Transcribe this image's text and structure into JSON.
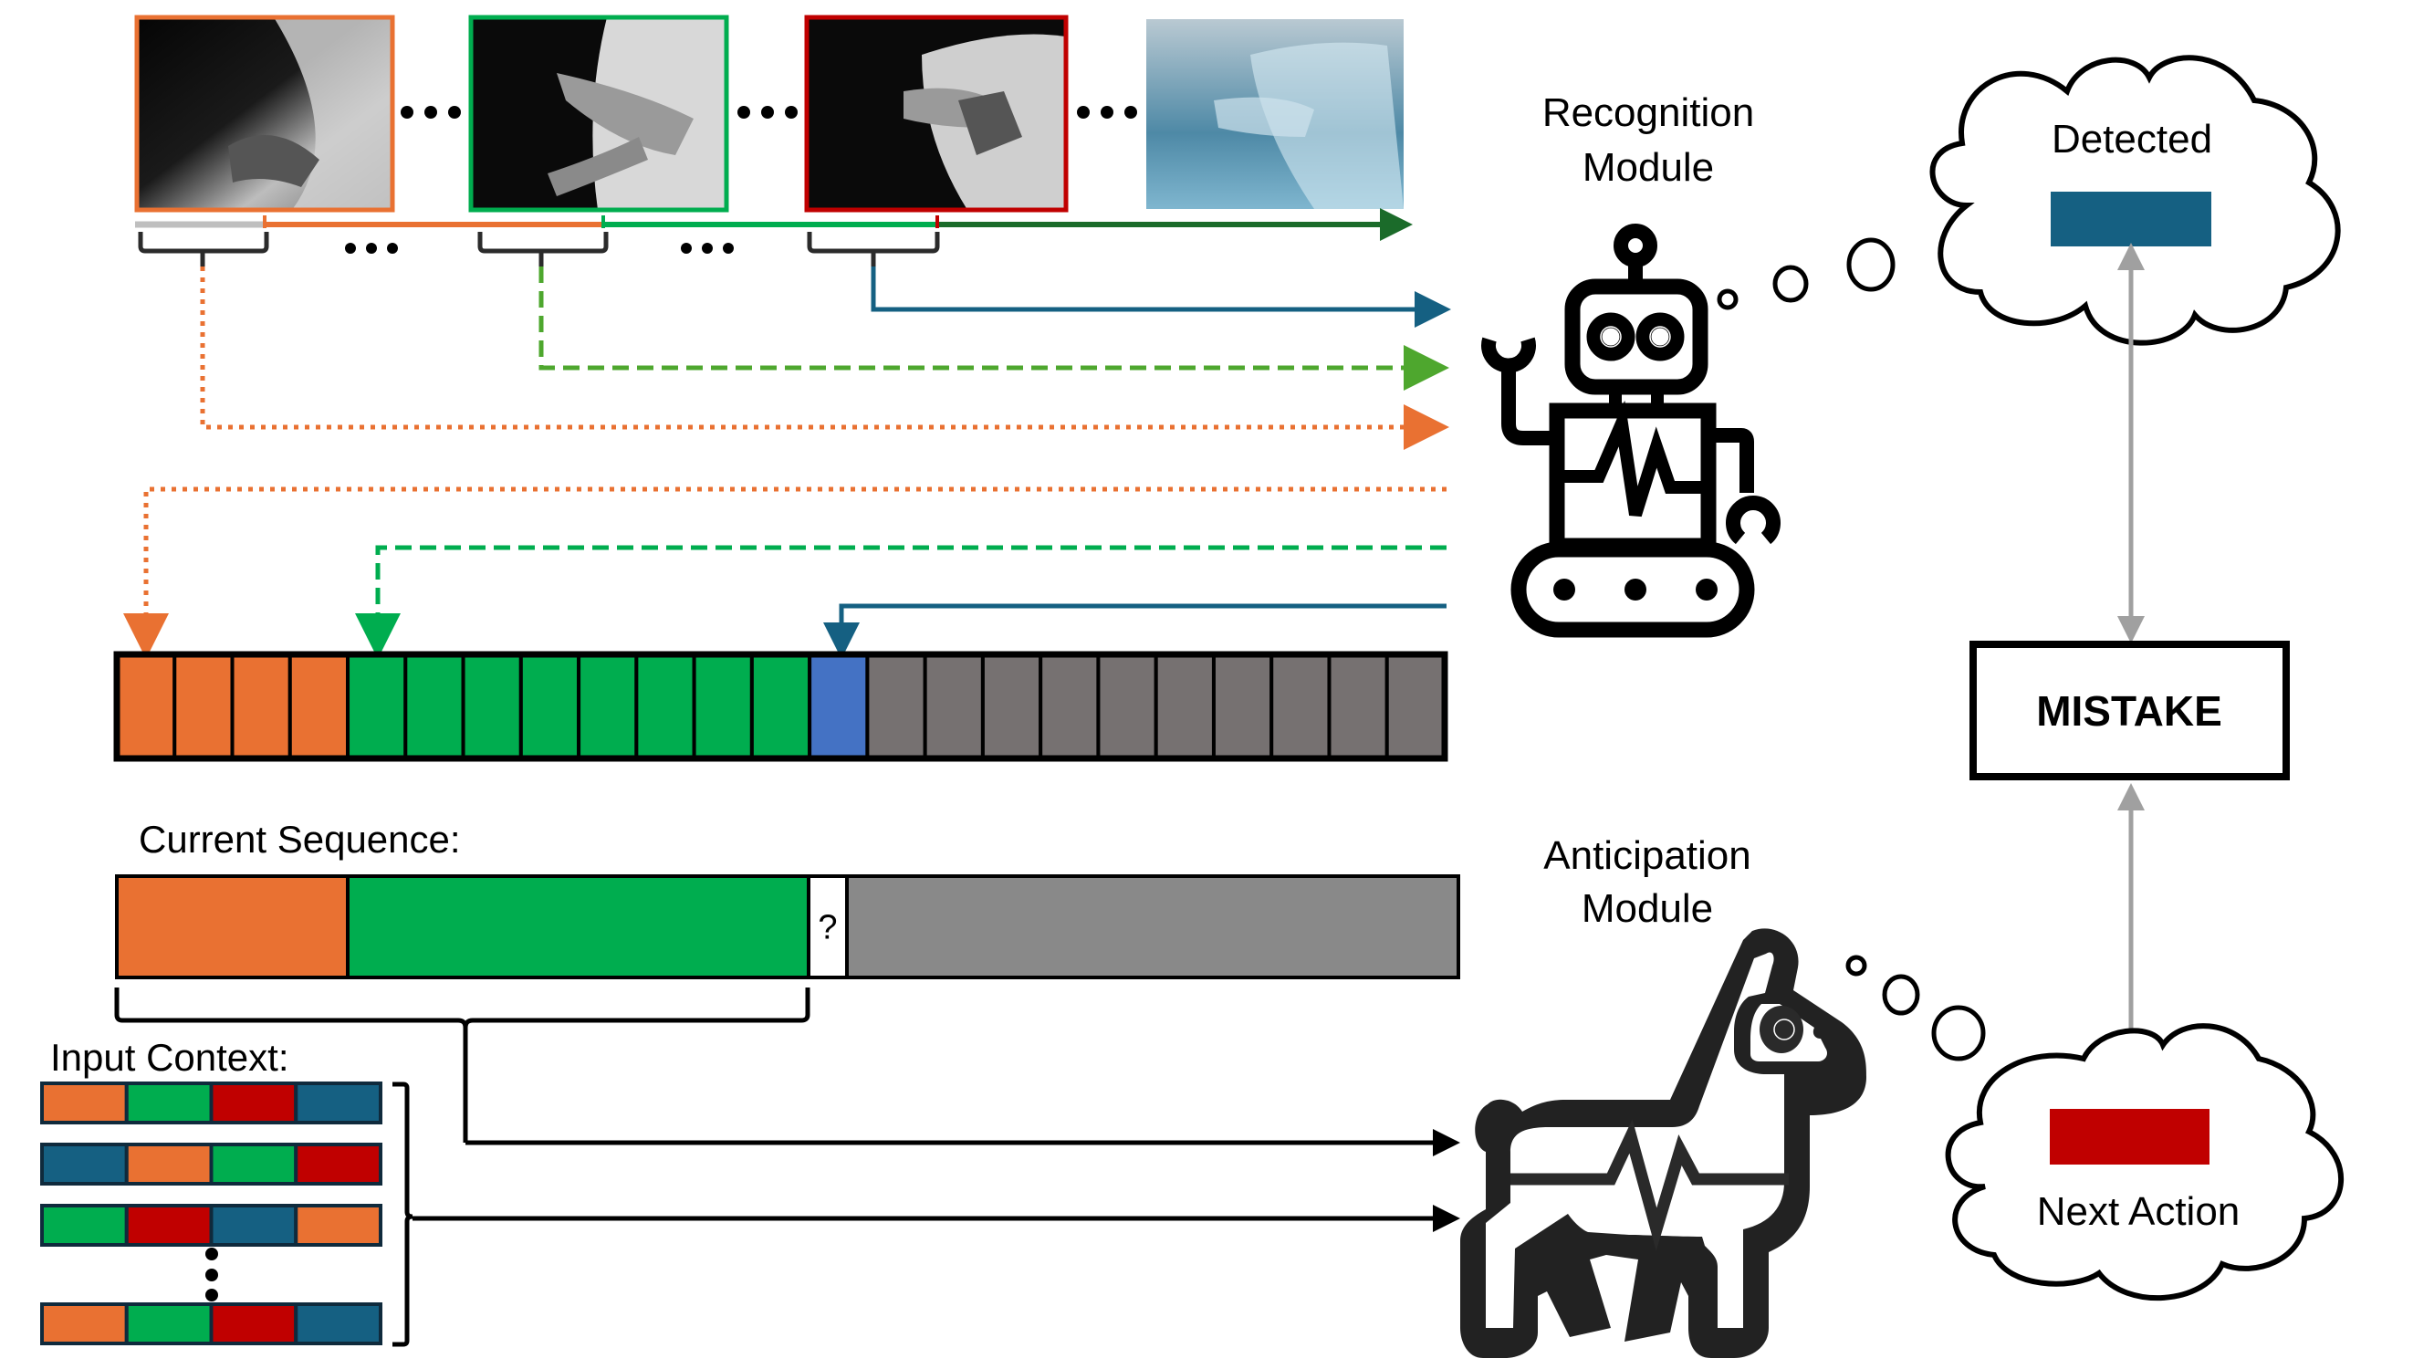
{
  "colors": {
    "orange": "#E97132",
    "green": "#00AD4F",
    "green_dashed": "#4EA72E",
    "dark_green": "#1B6B2A",
    "red": "#C00000",
    "blue": "#156082",
    "cell_blue": "#4472C4",
    "cell_gray": "#767171",
    "seq_gray": "#898989",
    "timeline_gray": "#BFBFBF",
    "arrow_gray": "#A0A0A0",
    "ink": "#000000",
    "llama_ink": "#222222",
    "row_border": "#0F2A3C"
  },
  "frames": [
    {
      "name": "frame-1",
      "border": "orange",
      "faded": false
    },
    {
      "name": "frame-2",
      "border": "green",
      "faded": false
    },
    {
      "name": "frame-3",
      "border": "red",
      "faded": false
    },
    {
      "name": "frame-4",
      "border": null,
      "faded": true
    }
  ],
  "recognition": {
    "title_line1": "Recognition",
    "title_line2": "Module",
    "cloud_label": "Detected",
    "detected_color": "blue"
  },
  "anticipation": {
    "title_line1": "Anticipation",
    "title_line2": "Module",
    "cloud_label": "Next Action",
    "next_action_color": "red"
  },
  "mistake": {
    "label": "MISTAKE"
  },
  "cell_bar": {
    "cells": [
      "orange",
      "orange",
      "orange",
      "orange",
      "green",
      "green",
      "green",
      "green",
      "green",
      "green",
      "green",
      "green",
      "cell_blue",
      "cell_gray",
      "cell_gray",
      "cell_gray",
      "cell_gray",
      "cell_gray",
      "cell_gray",
      "cell_gray",
      "cell_gray",
      "cell_gray"
    ]
  },
  "current_sequence": {
    "label": "Current Sequence:",
    "segments": [
      {
        "color": "orange",
        "units": 4
      },
      {
        "color": "green",
        "units": 8
      },
      {
        "color": "white",
        "units": 0.7,
        "text": "?"
      },
      {
        "color": "seq_gray",
        "units": 11
      }
    ]
  },
  "input_context": {
    "label": "Input Context:",
    "rows": [
      [
        "orange",
        "green",
        "red",
        "blue"
      ],
      [
        "blue",
        "orange",
        "green",
        "red"
      ],
      [
        "green",
        "red",
        "blue",
        "orange"
      ],
      [
        "orange",
        "green",
        "red",
        "blue"
      ]
    ],
    "ellipsis_after_row": 3
  }
}
